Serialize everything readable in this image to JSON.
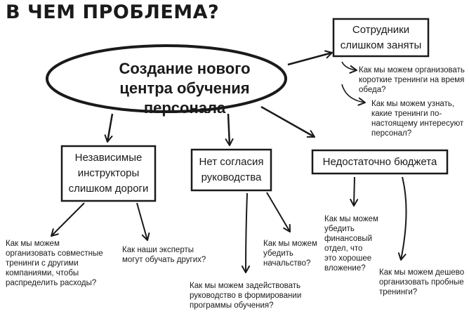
{
  "title": "В ЧЕМ ПРОБЛЕМА?",
  "center": {
    "line1": "Создание нового",
    "line2": "центра обучения персонала"
  },
  "problems": {
    "staff_busy": {
      "line1": "Сотрудники",
      "line2": "слишком заняты"
    },
    "instructors": {
      "line1": "Независимые",
      "line2": "инструкторы",
      "line3": "слишком дороги"
    },
    "management": {
      "line1": "Нет согласия",
      "line2": "руководства"
    },
    "budget": {
      "line1": "Недостаточно бюджета"
    }
  },
  "questions": {
    "short_trainings": [
      "Как мы можем организовать",
      "короткие тренинги на время",
      "обеда?"
    ],
    "find_out": [
      "Как мы можем узнать,",
      "какие тренинги по-",
      "настоящему интересуют",
      "персонал?"
    ],
    "joint_trainings": [
      "Как мы можем",
      "организовать совместные",
      "тренинги с другими",
      "компаниями, чтобы",
      "распределить расходы?"
    ],
    "experts_teach": [
      "Как наши эксперты",
      "могут обучать других?"
    ],
    "engage_management": [
      "Как мы можем задействовать",
      "руководство в формировании",
      "программы обучения?"
    ],
    "convince_bosses": [
      "Как мы можем",
      "убедить",
      "начальство?"
    ],
    "convince_finance": [
      "Как мы можем",
      "убедить",
      "финансовый",
      "отдел, что",
      "это хорошее",
      "вложение?"
    ],
    "cheap_trials": [
      "Как мы можем дешево",
      "организовать пробные",
      "тренинги?"
    ]
  }
}
